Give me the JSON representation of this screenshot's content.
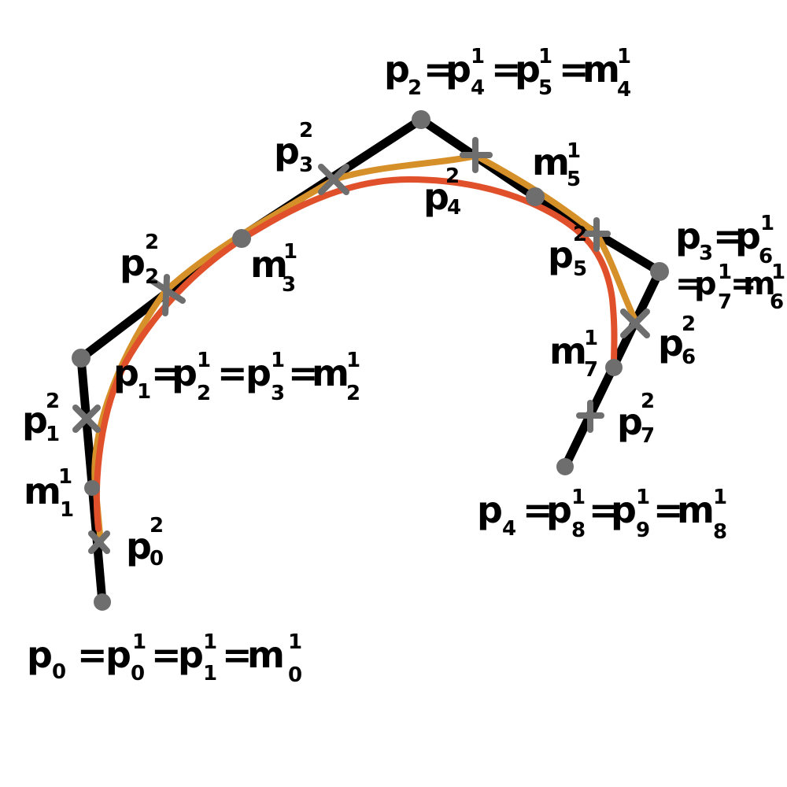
{
  "colors": {
    "control_polygon": "#000000",
    "point_fill": "#6e6e6e",
    "curve_level1": "#d6902a",
    "curve_level2": "#e0502a",
    "background": "#ffffff"
  },
  "marker_shapes": {
    "control_point": "filled-dot",
    "subdivision_point": "cross"
  },
  "labels": {
    "top": {
      "p2": "p",
      "p2_sub": "2",
      "eq1": "=",
      "p4": "p",
      "p4_sub": "4",
      "p4_sup": "1",
      "eq2": "=",
      "p5": "p",
      "p5_sub": "5",
      "p5_sup": "1",
      "eq3": "=",
      "m4": "m",
      "m4_sub": "4",
      "m4_sup": "1"
    },
    "p23": {
      "base": "p",
      "sub": "3",
      "sup": "2"
    },
    "p22": {
      "base": "p",
      "sub": "2",
      "sup": "2"
    },
    "m13": {
      "base": "m",
      "sub": "3",
      "sup": "1"
    },
    "p24": {
      "base": "p",
      "sub": "4",
      "sup": "2"
    },
    "m15": {
      "base": "m",
      "sub": "5",
      "sup": "1"
    },
    "p25": {
      "base": "p",
      "sub": "5",
      "sup": "2"
    },
    "p3row1": {
      "p3": "p",
      "p3_sub": "3",
      "eq": "=",
      "p6": "p",
      "p6_sub": "6",
      "p6_sup": "1"
    },
    "p3row2": {
      "eq1": "=",
      "p7": "p",
      "p7_sub": "7",
      "p7_sup": "1",
      "eq2": "=",
      "m6": "m",
      "m6_sub": "6",
      "m6_sup": "1"
    },
    "p26": {
      "base": "p",
      "sub": "6",
      "sup": "2"
    },
    "m17": {
      "base": "m",
      "sub": "7",
      "sup": "1"
    },
    "p27": {
      "base": "p",
      "sub": "7",
      "sup": "2"
    },
    "p1row": {
      "p1": "p",
      "p1_sub": "1",
      "eq1": "=",
      "p2": "p",
      "p2_sub": "2",
      "p2_sup": "1",
      "eq2": "=",
      "p3": "p",
      "p3_sub": "3",
      "p3_sup": "1",
      "eq3": "=",
      "m2": "m",
      "m2_sub": "2",
      "m2_sup": "1"
    },
    "p21": {
      "base": "p",
      "sub": "1",
      "sup": "2"
    },
    "m11": {
      "base": "m",
      "sub": "1",
      "sup": "1"
    },
    "p20": {
      "base": "p",
      "sub": "0",
      "sup": "2"
    },
    "p4row": {
      "p4": "p",
      "p4_sub": "4",
      "eq1": "=",
      "p8": "p",
      "p8_sub": "8",
      "p8_sup": "1",
      "eq2": "=",
      "p9": "p",
      "p9_sub": "9",
      "p9_sup": "1",
      "eq3": "=",
      "m8": "m",
      "m8_sub": "8",
      "m8_sup": "1"
    },
    "p0row": {
      "p0": "p",
      "p0_sub": "0",
      "eq1": "=",
      "p0b": "p",
      "p0b_sub": "0",
      "p0b_sup": "1",
      "eq2": "=",
      "p1": "p",
      "p1_sub": "1",
      "p1_sup": "1",
      "eq3": "=",
      "m0": "m",
      "m0_sub": "0",
      "m0_sup": "1"
    }
  }
}
